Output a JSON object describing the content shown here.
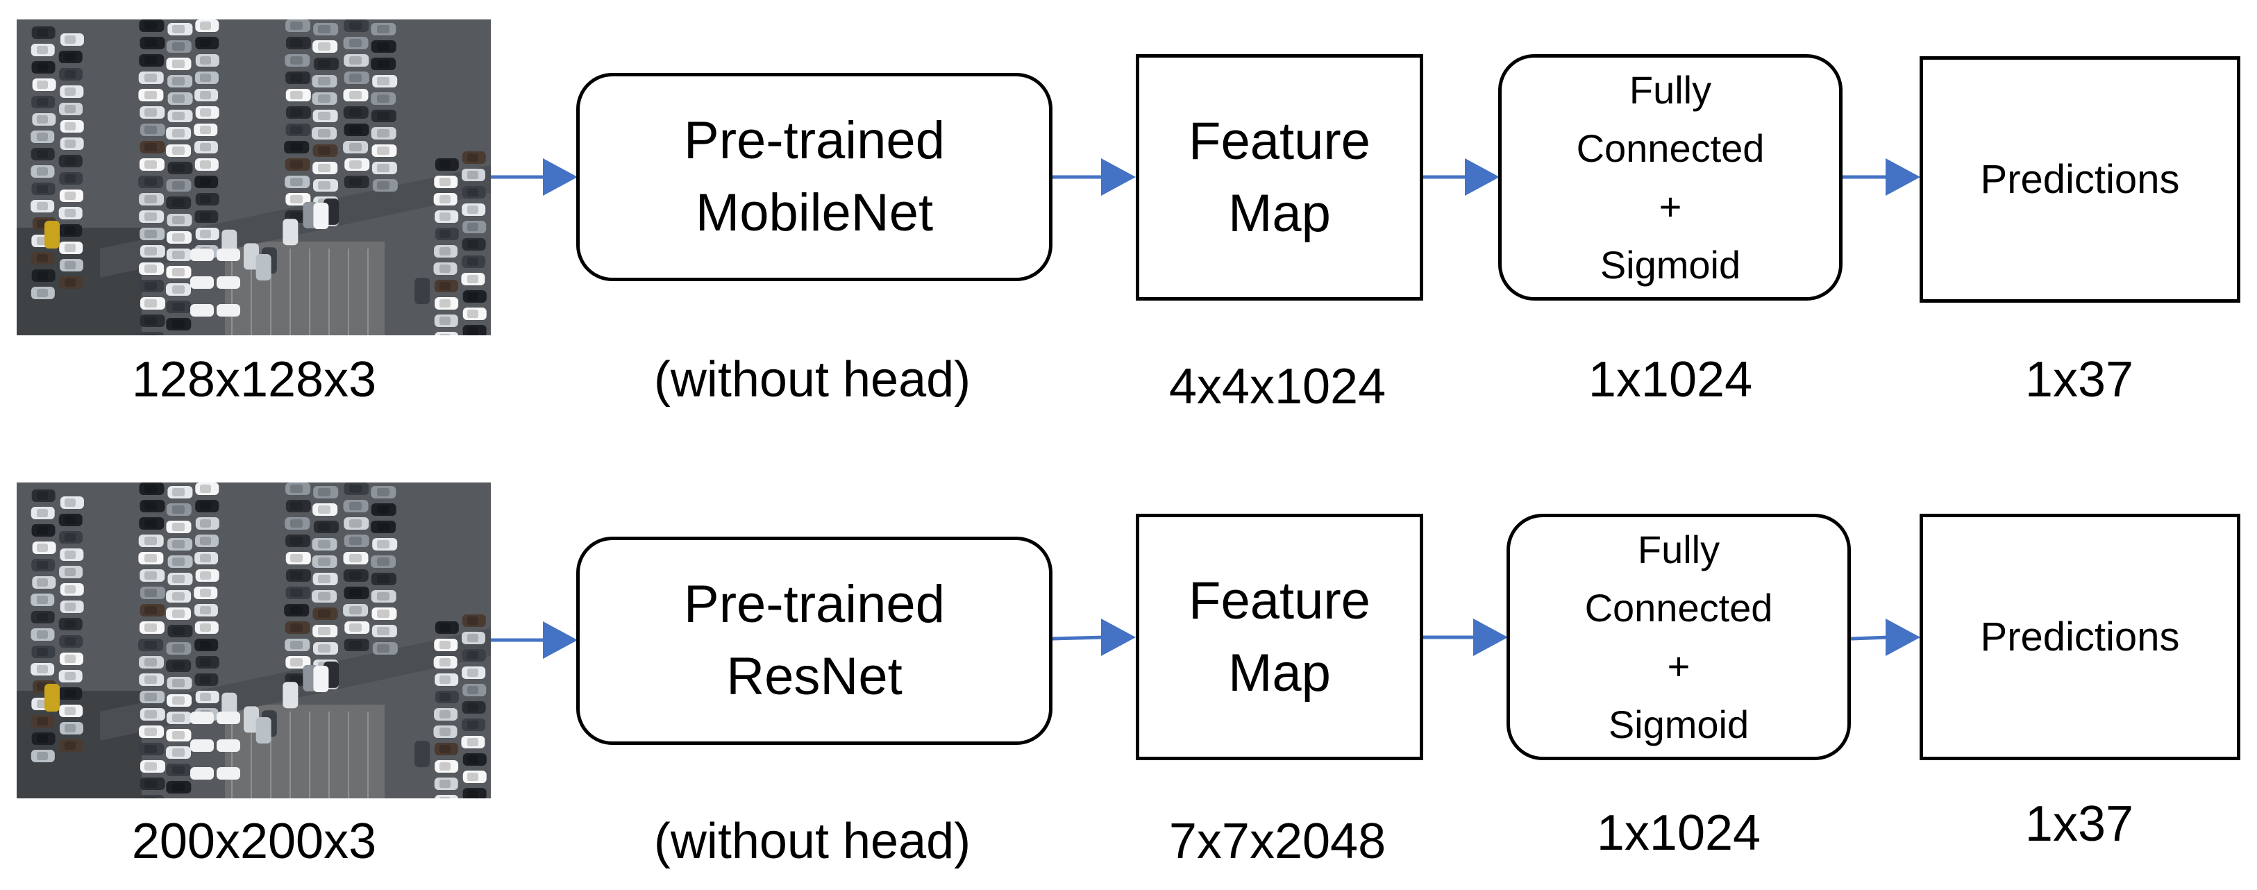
{
  "colors": {
    "arrow": "#4472c4",
    "box_border": "#000000",
    "text": "#000000"
  },
  "rows": [
    {
      "input_image": {
        "icon": "parking-lot-aerial-photo"
      },
      "input_dim": "128x128x3",
      "backbone": {
        "line1": "Pre-trained",
        "line2": "MobileNet"
      },
      "backbone_note": "(without head)",
      "feature_map": {
        "line1": "Feature",
        "line2": "Map"
      },
      "feature_dim": "4x4x1024",
      "fc": {
        "line1": "Fully",
        "line2": "Connected",
        "line3": "+",
        "line4": "Sigmoid"
      },
      "fc_dim": "1x1024",
      "output": {
        "label": "Predictions"
      },
      "output_dim": "1x37"
    },
    {
      "input_image": {
        "icon": "parking-lot-aerial-photo"
      },
      "input_dim": "200x200x3",
      "backbone": {
        "line1": "Pre-trained",
        "line2": "ResNet"
      },
      "backbone_note": "(without head)",
      "feature_map": {
        "line1": "Feature",
        "line2": "Map"
      },
      "feature_dim": "7x7x2048",
      "fc": {
        "line1": "Fully",
        "line2": "Connected",
        "line3": "+",
        "line4": "Sigmoid"
      },
      "fc_dim": "1x1024",
      "output": {
        "label": "Predictions"
      },
      "output_dim": "1x37"
    }
  ]
}
